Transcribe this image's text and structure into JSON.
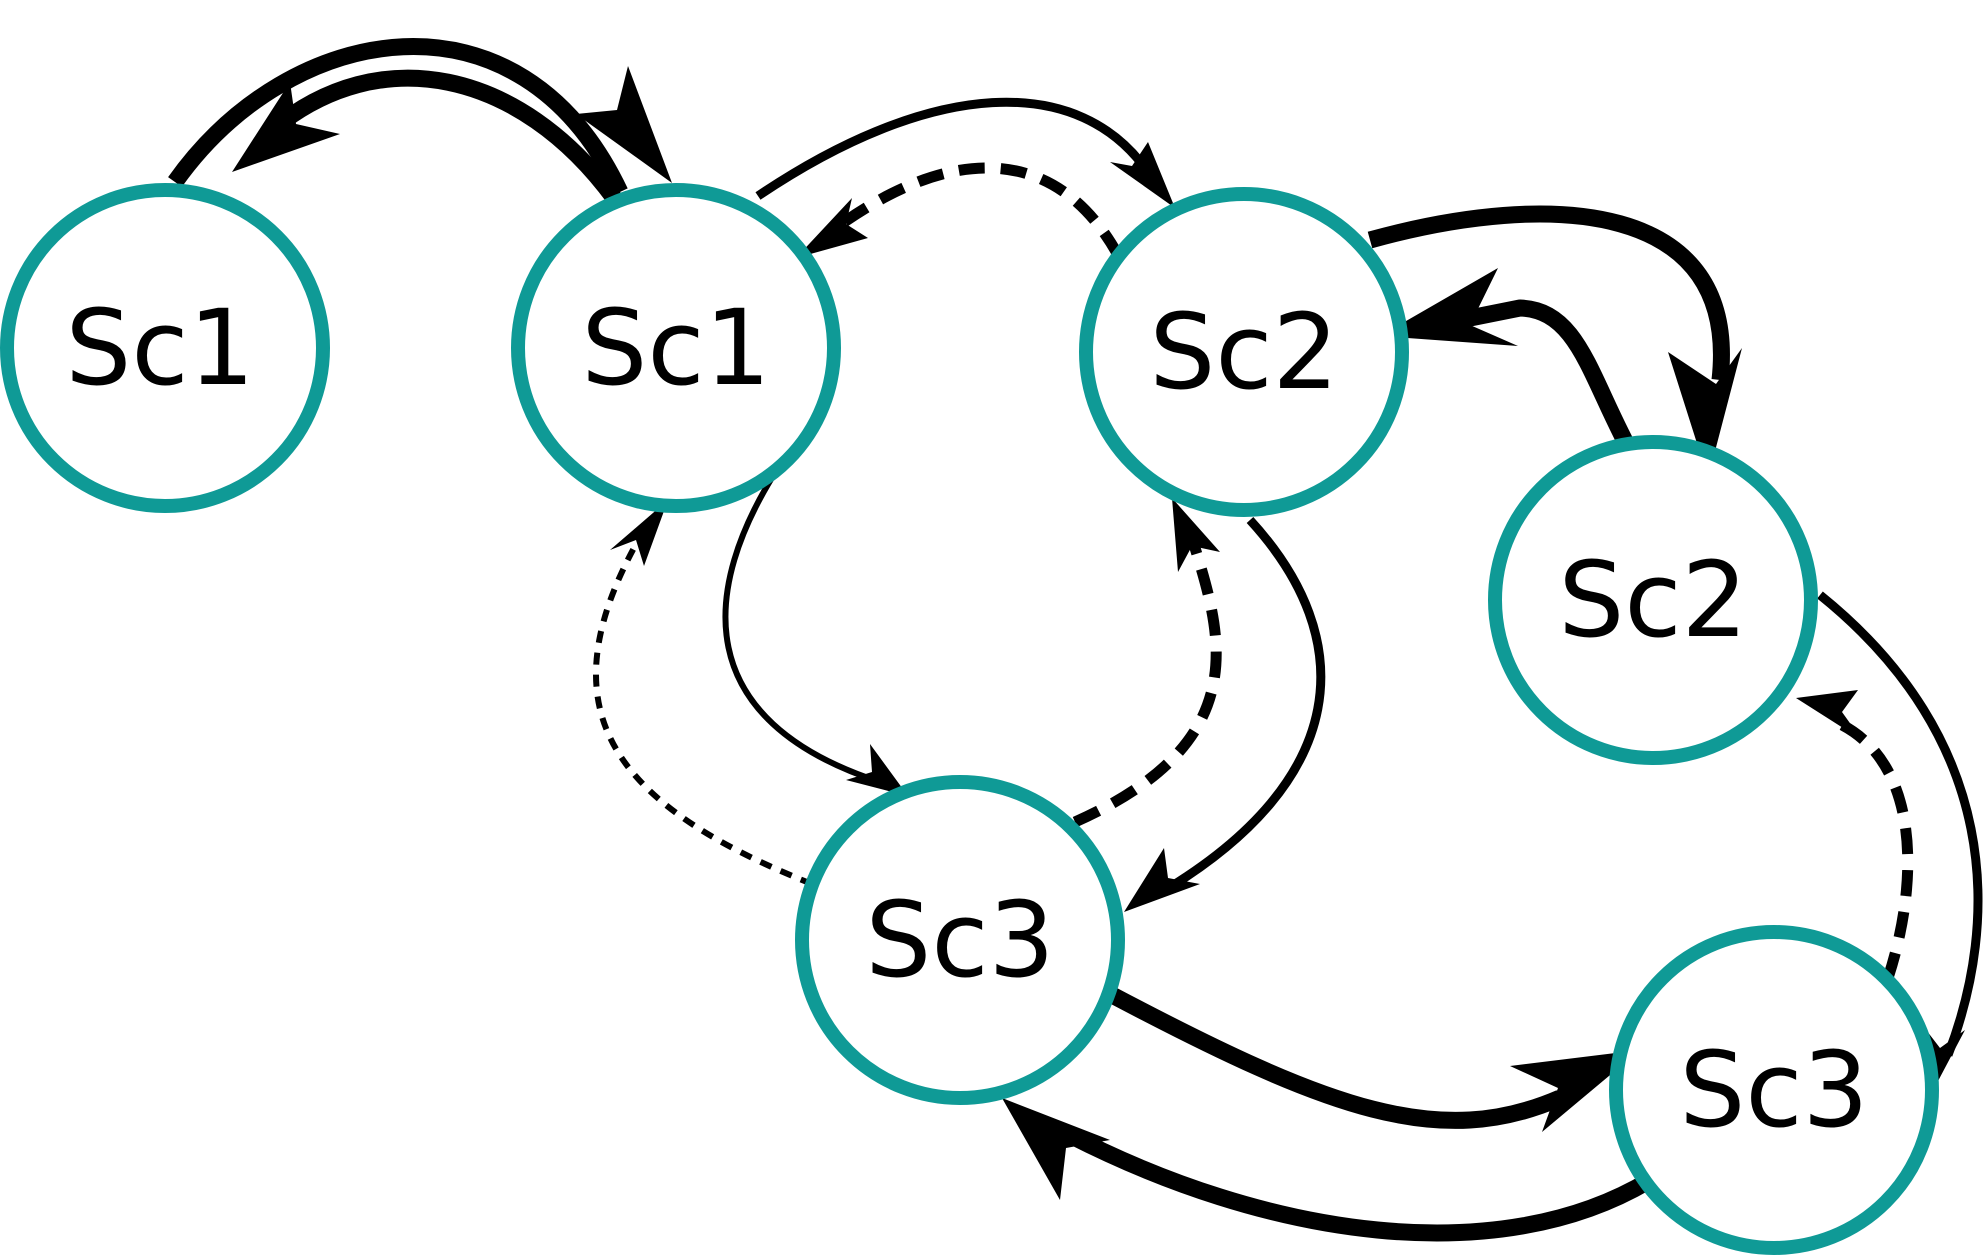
{
  "diagram": {
    "nodes": [
      {
        "id": "n1",
        "label": "Sc1"
      },
      {
        "id": "n2",
        "label": "Sc1"
      },
      {
        "id": "n3",
        "label": "Sc2"
      },
      {
        "id": "n4",
        "label": "Sc2"
      },
      {
        "id": "n5",
        "label": "Sc3"
      },
      {
        "id": "n6",
        "label": "Sc3"
      }
    ],
    "edges": [
      {
        "from": "n1",
        "to": "n2",
        "style": "solid-thick"
      },
      {
        "from": "n2",
        "to": "n1",
        "style": "solid-thick"
      },
      {
        "from": "n2",
        "to": "n3",
        "style": "solid-medium"
      },
      {
        "from": "n3",
        "to": "n2",
        "style": "dashed-thick"
      },
      {
        "from": "n3",
        "to": "n4",
        "style": "solid-thick"
      },
      {
        "from": "n4",
        "to": "n3",
        "style": "solid-thick"
      },
      {
        "from": "n2",
        "to": "n5",
        "style": "solid-thin"
      },
      {
        "from": "n5",
        "to": "n2",
        "style": "dashed-thin"
      },
      {
        "from": "n5",
        "to": "n3",
        "style": "dashed-thick"
      },
      {
        "from": "n3",
        "to": "n5",
        "style": "solid-medium"
      },
      {
        "from": "n4",
        "to": "n6",
        "style": "solid-medium"
      },
      {
        "from": "n6",
        "to": "n4",
        "style": "dashed-thick"
      },
      {
        "from": "n5",
        "to": "n6",
        "style": "solid-thick"
      },
      {
        "from": "n6",
        "to": "n5",
        "style": "solid-thick"
      }
    ],
    "colors": {
      "node_ring": "#0f9a96",
      "edge": "#000000",
      "label": "#000000"
    }
  }
}
